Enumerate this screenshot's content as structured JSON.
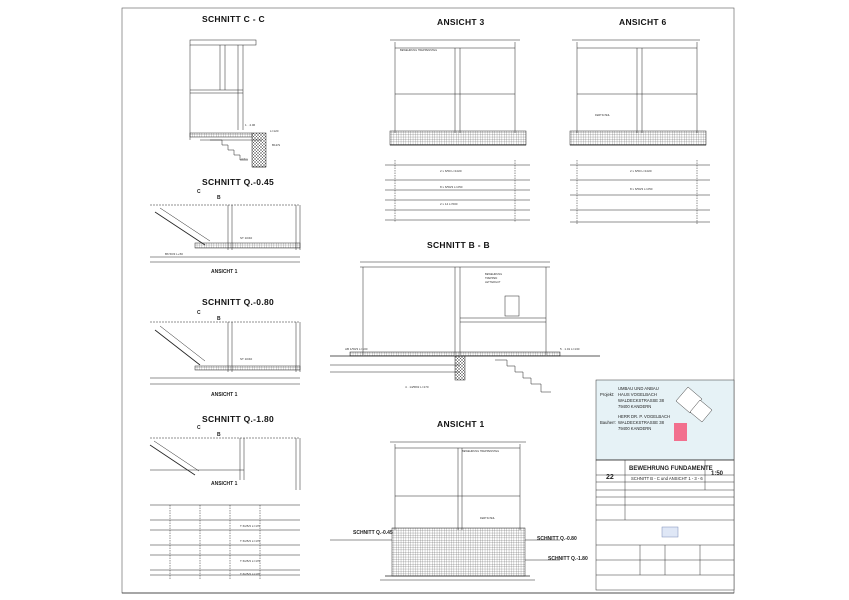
{
  "titles": {
    "schnitt_cc": "SCHNITT  C - C",
    "ansicht3": "ANSICHT  3",
    "ansicht6": "ANSICHT  6",
    "schnitt_q045": "SCHNITT  Q.-0.45",
    "schnitt_bb": "SCHNITT  B - B",
    "schnitt_q080": "SCHNITT  Q.-0.80",
    "schnitt_q180": "SCHNITT  Q.-1.80",
    "ansicht1": "ANSICHT  1"
  },
  "small_labels": {
    "ansicht1_a": "ANSICHT 1",
    "ansicht1_b": "ANSICHT 1",
    "ansicht1_c": "ANSICHT 1",
    "side_q045": "SCHNITT Q.-0.45",
    "side_q080": "SCHNITT Q.-0.80",
    "side_q180": "SCHNITT Q.-1.80",
    "cut_c": "C",
    "cut_b": "B"
  },
  "titleblock": {
    "projekt_label": "Projekt:",
    "projekt_1": "UMBAU  UND  ANBAU",
    "projekt_2": "HAUS     VOGELBACH",
    "projekt_3": "WALDECKSTRASSE  38",
    "projekt_4": "79400  KANDERN",
    "bauherr_label": "Bauherr:",
    "bauherr_1": "HERR DR. P. VOGELBACH",
    "bauherr_2": "WALDECKSTRASSE  38",
    "bauherr_3": "79400  KANDERN",
    "plan_no": "22",
    "title_main": "BEWEHRUNG FUNDAMENTE",
    "title_sub": "SCHNITT B - C und ANSICHT 1 - 3 - 6",
    "scale": "1:50"
  },
  "colors": {
    "pink": "#f2708e",
    "panel": "#e2f0f4"
  }
}
